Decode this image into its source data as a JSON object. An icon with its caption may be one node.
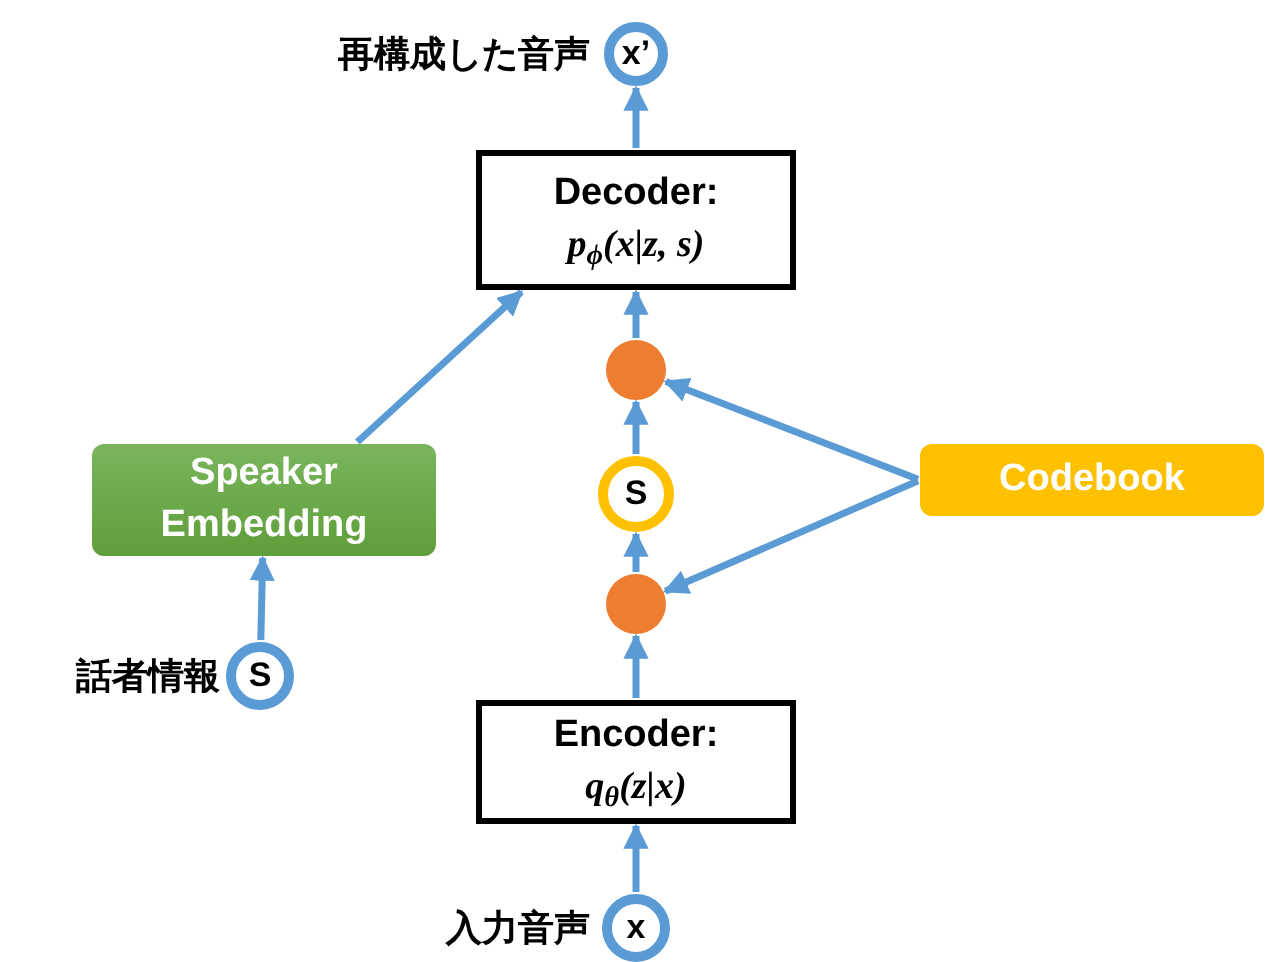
{
  "diagram": {
    "nodes": [
      {
        "text": [
          "x’"
        ],
        "beside": [
          "再構成した音声"
        ]
      },
      {
        "text": [
          "Decoder:",
          "p$_{ϕ}$(x|z, s)"
        ]
      },
      {
        "text": [],
        "shape": "circle"
      },
      {
        "text": [
          "Speaker Embedding"
        ]
      },
      {
        "text": [
          "S"
        ]
      },
      {
        "text": [
          "Codebook"
        ]
      },
      {
        "text": [],
        "shape": "circle"
      },
      {
        "text": [
          "S"
        ],
        "beside": [
          "話者情報"
        ]
      },
      {
        "text": [
          "Encoder:",
          "q$_{θ}$(z|x)"
        ]
      },
      {
        "text": [
          "x"
        ],
        "beside": [
          "入力音声"
        ]
      }
    ],
    "edges": [
      {
        "from": 9,
        "to": 8,
        "arrow": "to"
      },
      {
        "from": 8,
        "to": 6,
        "arrow": "to"
      },
      {
        "from": 6,
        "to": 4,
        "arrow": "to"
      },
      {
        "from": 4,
        "to": 2,
        "arrow": "to"
      },
      {
        "from": 2,
        "to": 1,
        "arrow": "to"
      },
      {
        "from": 1,
        "to": 0,
        "arrow": "to"
      },
      {
        "from": 7,
        "to": 3,
        "arrow": "to"
      },
      {
        "from": 3,
        "to": 1,
        "arrow": "to"
      },
      {
        "from": 5,
        "to": 2,
        "arrow": "to"
      },
      {
        "from": 5,
        "to": 6,
        "arrow": "to"
      }
    ]
  }
}
